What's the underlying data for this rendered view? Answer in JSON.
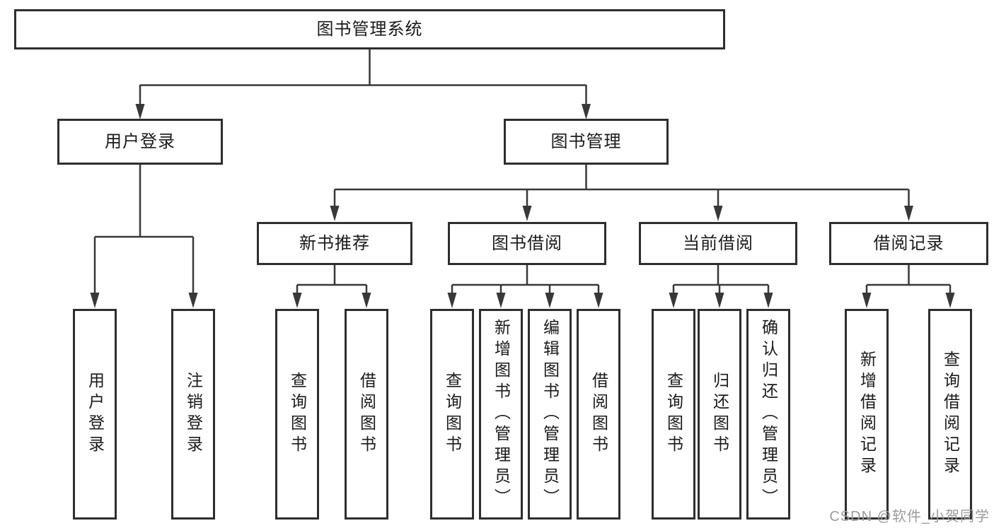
{
  "diagram": {
    "root": {
      "label": "图书管理系统"
    },
    "level2": {
      "user_login": {
        "label": "用户登录"
      },
      "book_management": {
        "label": "图书管理"
      }
    },
    "level3": {
      "new_book_recommend": {
        "label": "新书推荐"
      },
      "book_borrow": {
        "label": "图书借阅"
      },
      "current_borrow": {
        "label": "当前借阅"
      },
      "borrow_records": {
        "label": "借阅记录"
      }
    },
    "leaves": {
      "user_login": [
        "用户登录",
        "注销登录"
      ],
      "new_book_recommend": [
        "查询图书",
        "借阅图书"
      ],
      "book_borrow": [
        "查询图书",
        "新增图书（管理员）",
        "编辑图书（管理员）",
        "借阅图书"
      ],
      "current_borrow": [
        "查询图书",
        "归还图书",
        "确认归还（管理员）"
      ],
      "borrow_records": [
        "新增借阅记录",
        "查询借阅记录"
      ]
    }
  },
  "watermark": "CSDN @软件_小贺同学",
  "colors": {
    "line": "#383838",
    "box_border": "#2e2e2e",
    "text": "#1a1a1a",
    "watermark": "#9b9b9b",
    "background": "#ffffff"
  }
}
